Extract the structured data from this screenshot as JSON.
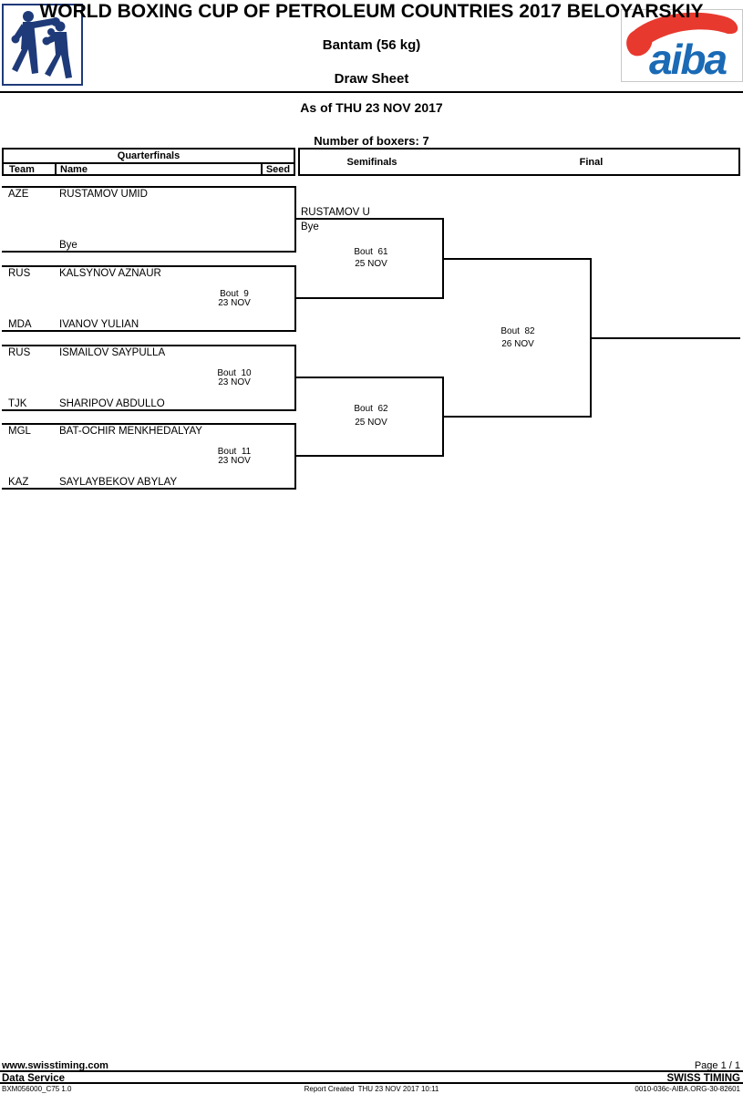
{
  "header": {
    "title": "WORLD BOXING CUP OF PETROLEUM COUNTRIES 2017 BELOYARSKIY",
    "weight_class": "Bantam (56 kg)",
    "sheet_type": "Draw Sheet",
    "as_of": "As of THU 23 NOV 2017",
    "number_of_boxers": "Number of boxers: 7",
    "aiba_wordmark": "aiba"
  },
  "columns": {
    "quarterfinals": "Quarterfinals",
    "team": "Team",
    "name": "Name",
    "seed": "Seed",
    "semifinals": "Semifinals",
    "final": "Final"
  },
  "entries": [
    {
      "team": "AZE",
      "name": "RUSTAMOV UMID"
    },
    {
      "team": "",
      "name": "Bye"
    },
    {
      "team": "RUS",
      "name": "KALSYNOV AZNAUR"
    },
    {
      "team": "MDA",
      "name": "IVANOV YULIAN"
    },
    {
      "team": "RUS",
      "name": "ISMAILOV SAYPULLA"
    },
    {
      "team": "TJK",
      "name": "SHARIPOV ABDULLO"
    },
    {
      "team": "MGL",
      "name": "BAT-OCHIR MENKHEDALYAY"
    },
    {
      "team": "KAZ",
      "name": "SAYLAYBEKOV ABYLAY"
    }
  ],
  "semifinal_entries": [
    {
      "name": "RUSTAMOV U",
      "note": "Bye"
    }
  ],
  "bouts": [
    {
      "label": "Bout  9",
      "date": "23 NOV"
    },
    {
      "label": "Bout  10",
      "date": "23 NOV"
    },
    {
      "label": "Bout  11",
      "date": "23 NOV"
    },
    {
      "label": "Bout  61",
      "date": "25 NOV"
    },
    {
      "label": "Bout  62",
      "date": "25 NOV"
    },
    {
      "label": "Bout  82",
      "date": "26 NOV"
    }
  ],
  "footer": {
    "website": "www.swisstiming.com",
    "page": "Page 1 / 1",
    "data_service": "Data Service",
    "timing_provider": "SWISS TIMING",
    "report_code": "BXM056000_C75 1.0",
    "report_created": "Report Created  THU 23 NOV 2017 10:11",
    "doc_id": "0010-036c-AIBA.ORG-30-82601"
  },
  "colors": {
    "aiba_blue": "#1a6ab5",
    "aiba_red": "#e8392e",
    "pictogram_navy": "#1f3a79"
  }
}
